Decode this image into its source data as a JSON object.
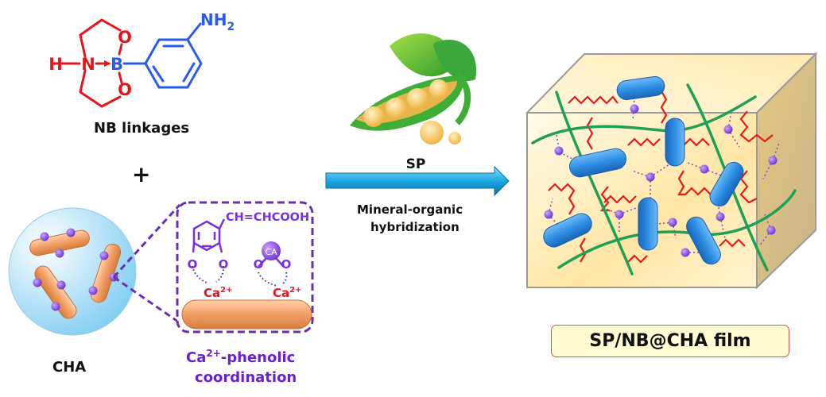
{
  "title": "SP/NB@CHA film fabrication scheme",
  "molecule_nb": {
    "atoms": {
      "h": "H",
      "n": "N",
      "b": "B",
      "o_top": "O",
      "o_bottom": "O",
      "nh2_main": "NH",
      "nh2_sub": "2"
    },
    "caption": "NB linkages"
  },
  "plus_sign": "+",
  "cha": {
    "caption": "CHA"
  },
  "coordination_inset": {
    "substituent": "CH=CHCOOH",
    "phenolic_o_left": "O",
    "phenolic_o_right": "O",
    "ca_ion_left": "Ca",
    "ca_ion_left_charge": "2+",
    "ca_badge": "CA",
    "ca_o_left": "O",
    "ca_o_right": "O",
    "ca_ion_right": "Ca",
    "ca_ion_right_charge": "2+",
    "caption_line1_main": "Ca",
    "caption_line1_sup": "2+",
    "caption_line1_rest": "-phenolic",
    "caption_line2": "coordination"
  },
  "process": {
    "reagent": "SP",
    "step_line1": "Mineral-organic",
    "step_line2": "hybridization"
  },
  "product": {
    "label": "SP/NB@CHA film"
  },
  "colors": {
    "nb_red": "#e8141c",
    "nb_blue": "#2a5bf0",
    "violet": "#6a1fd6",
    "ca_red": "#e8141c",
    "arrow_blue": "#1aa7e0",
    "rod_orange": "#f4a36a",
    "rod_blue": "#2f8fe6",
    "chain_green": "#1fa055",
    "chain_red": "#e41b1b",
    "cube_front": "#fff2c6",
    "film_border": "#d9534f",
    "film_fill": "#fffbd2"
  }
}
